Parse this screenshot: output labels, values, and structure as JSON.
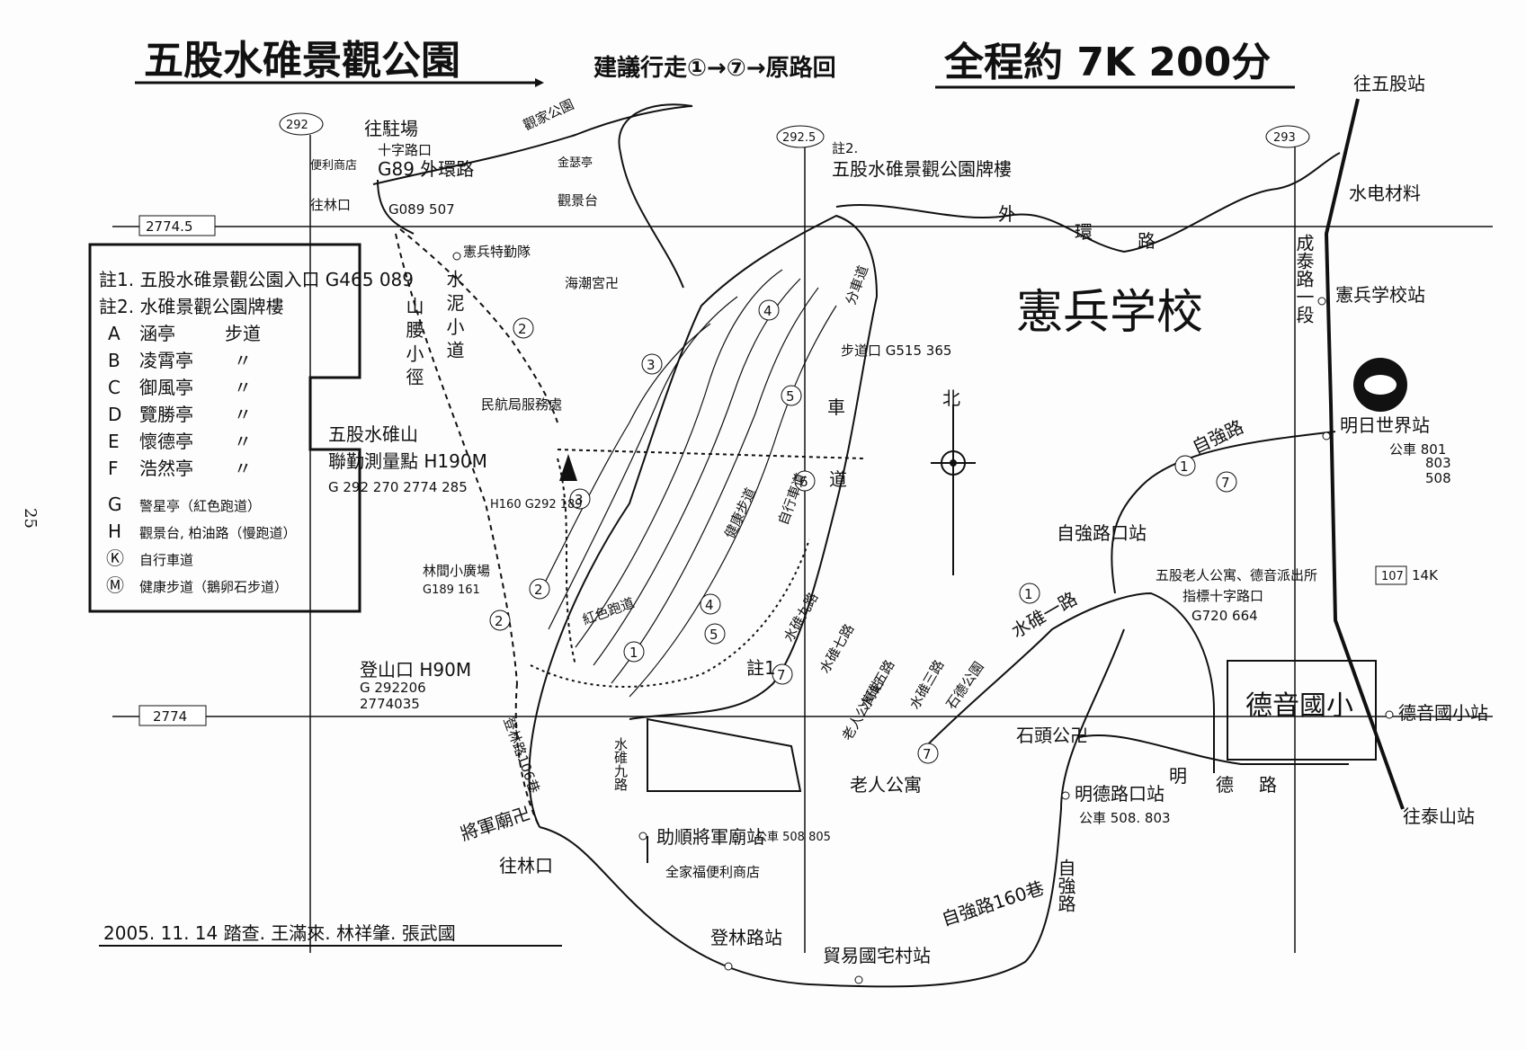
{
  "title": "五股水碓景觀公園",
  "route_suggestion": "建議行走①→⑦→原路回",
  "total": "全程約 7K 200分",
  "page_number": "25",
  "grid": {
    "y_upper": "2774.5",
    "y_lower": "2774"
  },
  "pillars": [
    "292",
    "292.5",
    "293"
  ],
  "legend": {
    "note1": "註1. 五股水碓景觀公園入口 G465 089",
    "note2": "註2. 水碓景觀公園牌樓",
    "items": [
      {
        "key": "A",
        "label": "涵亭",
        "suffix": "步道"
      },
      {
        "key": "B",
        "label": "凌霄亭",
        "suffix": "〃"
      },
      {
        "key": "C",
        "label": "御風亭",
        "suffix": "〃"
      },
      {
        "key": "D",
        "label": "覽勝亭",
        "suffix": "〃"
      },
      {
        "key": "E",
        "label": "懷德亭",
        "suffix": "〃"
      },
      {
        "key": "F",
        "label": "浩然亭",
        "suffix": "〃"
      },
      {
        "key": "G",
        "label": "警星亭（紅色跑道）",
        "suffix": ""
      },
      {
        "key": "H",
        "label": "觀景台, 柏油路（慢跑道）",
        "suffix": ""
      },
      {
        "key": "Ⓚ",
        "label": "自行車道",
        "suffix": ""
      },
      {
        "key": "Ⓜ",
        "label": "健康步道（鵝卵石步道）",
        "suffix": ""
      }
    ]
  },
  "labels": {
    "wang_di_chang": "往駐場",
    "shizi_lukou": "十字路口",
    "g_waihuan": "G89 外環路",
    "bianli": "便利商店",
    "wang_lin": "往林口",
    "g089": "G089 507",
    "guanjia_park": "觀家公園",
    "jinse": "金瑟亭",
    "guanjingtai": "觀景台",
    "xianbing_tegun": "憲兵特勤隊",
    "haichao_gong": "海潮宮卍",
    "note2_top": "註2.",
    "paifang_top": "五股水碓景觀公園牌樓",
    "waihuan_w1": "外",
    "waihuan_w2": "環",
    "waihuan_w3": "路",
    "xianbing_school": "憲兵学校",
    "wugu_station": "往五股站",
    "shuidian": "水电材料",
    "chengtai_road": "成泰路一段",
    "xianbing_school_stop": "憲兵学校站",
    "mingri_world": "明日世界站",
    "bus_mingri_1": "公車 801",
    "bus_mingri_2": "803",
    "bus_mingri_3": "508",
    "distance_14k": "14K",
    "pillar_107": "107",
    "deyin_stop": "德音國小站",
    "wang_taishan": "往泰山站",
    "deyin_school": "德音國小",
    "mingde_road_a": "明",
    "mingde_road_b": "德",
    "mingde_road_c": "路",
    "shitou_temple": "石頭公卍",
    "mingde_stop": "明德路口站",
    "bus_mingde": "公車 508. 803",
    "ziqiang_alley": "自強路160巷",
    "ziqiang_road": "自強路",
    "zhiqiang_stop": "自強路口站",
    "ziqiang_top": "自強路",
    "elder_apt_police": "五股老人公寓、德音派出所",
    "crossroad_sign": "指標十字路口",
    "g720": "G720 664",
    "shuinian1": "水碓一路",
    "shishi_park": "石德公園",
    "elder_apt": "老人公寓",
    "shuinian5": "水碓五路",
    "elder_stop": "老人公寓站",
    "shuinian3": "水碓三路",
    "shuinian7": "水碓七路",
    "shuinian9": "水碓九路",
    "note1_mark": "註1",
    "shuinian9_vert": "水碓九路",
    "zhushun_stop": "助順將軍廟站",
    "bus_zhushun": "公車 508 805",
    "family_mart": "全家福便利商店",
    "general_temple": "將軍廟卍",
    "wang_linkou_b": "往林口",
    "denglin_alley": "登林路106巷",
    "denglin_stop": "登林路站",
    "maoyi_village": "貿易國宅村站",
    "dengshan_kou": "登山口 H90M",
    "g_dengshan_1": "G 292206",
    "g_dengshan_2": "2774035",
    "wugu_mountain": "五股水碓山",
    "survey_point": "聯勤測量點 H190M",
    "g_survey": "G 292 270 2774 285",
    "minhang": "民航局服務處",
    "h160": "H160 G292 189",
    "forest_plaza": "林間小廣場",
    "g189": "G189 161",
    "red_track": "紅色跑道",
    "bike_lane": "自行車道",
    "jiankang": "健康步道",
    "trail_label": "步道口 G515 365",
    "shan_xiao_jing": "山 腰 小 徑",
    "shuini_xiaodao": "水 泥 小 道",
    "car_road_1": "車",
    "car_road_2": "道",
    "bike_path": "分車道",
    "north": "北",
    "footer": "2005. 11. 14 踏查. 王滿來. 林祥肇. 張武國"
  }
}
